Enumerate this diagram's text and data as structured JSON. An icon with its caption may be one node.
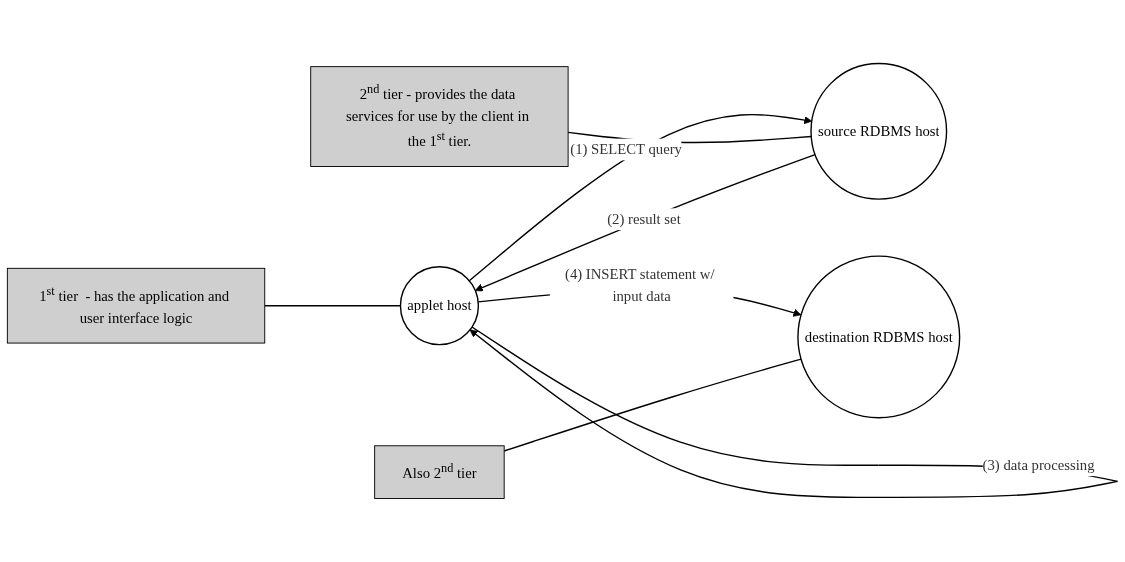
{
  "diagram": {
    "nodes": [
      {
        "text": [
          "applet host"
        ]
      },
      {
        "text": [
          "source RDBMS host"
        ]
      },
      {
        "text": [
          "destination RDBMS host"
        ]
      },
      {
        "text": [
          "1$^{st}$ tier  - has the application and user interface logic"
        ]
      },
      {
        "text": [
          "2$^{nd}$ tier - provides the data services for use by the client in the 1$^{st}$ tier."
        ]
      },
      {
        "text": [
          "Also 2$^{nd}$ tier"
        ]
      }
    ],
    "edges": [
      {
        "from": 0,
        "to": 1,
        "arrow": "to",
        "label": "(1) SELECT query"
      },
      {
        "from": 1,
        "to": 0,
        "arrow": "to",
        "label": "(2) result set"
      },
      {
        "from": 0,
        "to": 0,
        "arrow": "to",
        "label": "(3) data processing"
      },
      {
        "from": 0,
        "to": 2,
        "arrow": "to",
        "label": "(4) INSERT statement w/ input data"
      },
      {
        "from": 3,
        "to": 0,
        "arrow": "none"
      },
      {
        "from": 4,
        "to": 1,
        "arrow": "none"
      },
      {
        "from": 5,
        "to": 2,
        "arrow": "none"
      }
    ]
  }
}
